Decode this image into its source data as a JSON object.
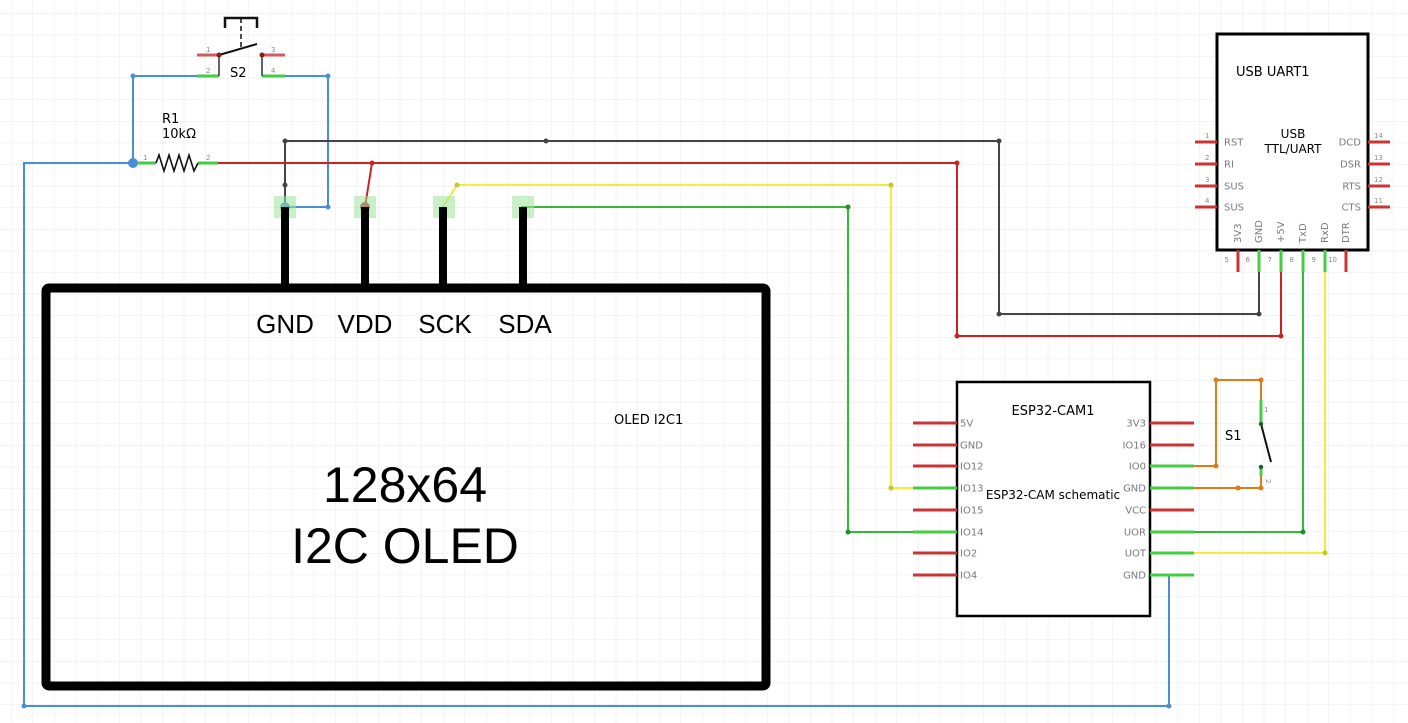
{
  "colors": {
    "grid": "#e3e8ee",
    "wire_gnd_dark": "#404040",
    "wire_vcc": "#cc2222",
    "wire_blue": "#4a8fd6",
    "wire_yellow": "#f2ec3a",
    "wire_green": "#33bb33",
    "wire_orange": "#e07b16",
    "pin_unconnected": "#cc3333",
    "pin_connected": "#44cc44",
    "body": "#000000"
  },
  "s2": {
    "ref": "S2",
    "pins": [
      "1",
      "2",
      "3",
      "4"
    ]
  },
  "r1": {
    "ref": "R1",
    "value": "10kΩ",
    "pins": [
      "1",
      "2"
    ]
  },
  "oled": {
    "ref": "OLED I2C1",
    "title_line1": "128x64",
    "title_line2": "I2C OLED",
    "pins": [
      "GND",
      "VDD",
      "SCK",
      "SDA"
    ]
  },
  "usb_uart": {
    "ref": "USB UART1",
    "title_line1": "USB",
    "title_line2": "TTL/UART",
    "left_pins": [
      {
        "num": "1",
        "name": "RST"
      },
      {
        "num": "2",
        "name": "RI"
      },
      {
        "num": "3",
        "name": "SUS"
      },
      {
        "num": "4",
        "name": "SUS"
      }
    ],
    "right_pins": [
      {
        "num": "14",
        "name": "DCD"
      },
      {
        "num": "13",
        "name": "DSR"
      },
      {
        "num": "12",
        "name": "RTS"
      },
      {
        "num": "11",
        "name": "CTS"
      }
    ],
    "bottom_pins": [
      {
        "num": "5",
        "name": "3V3"
      },
      {
        "num": "6",
        "name": "GND"
      },
      {
        "num": "7",
        "name": "+5V"
      },
      {
        "num": "8",
        "name": "TxD"
      },
      {
        "num": "9",
        "name": "RxD"
      },
      {
        "num": "10",
        "name": "DTR"
      }
    ]
  },
  "esp32": {
    "ref": "ESP32-CAM1",
    "subtitle": "ESP32-CAM schematic",
    "left_pins": [
      "5V",
      "GND",
      "IO12",
      "IO13",
      "IO15",
      "IO14",
      "IO2",
      "IO4"
    ],
    "right_pins": [
      "3V3",
      "IO16",
      "IO0",
      "GND",
      "VCC",
      "UOR",
      "UOT",
      "GND"
    ]
  },
  "s1": {
    "ref": "S1",
    "pins": [
      "1",
      "2"
    ]
  }
}
